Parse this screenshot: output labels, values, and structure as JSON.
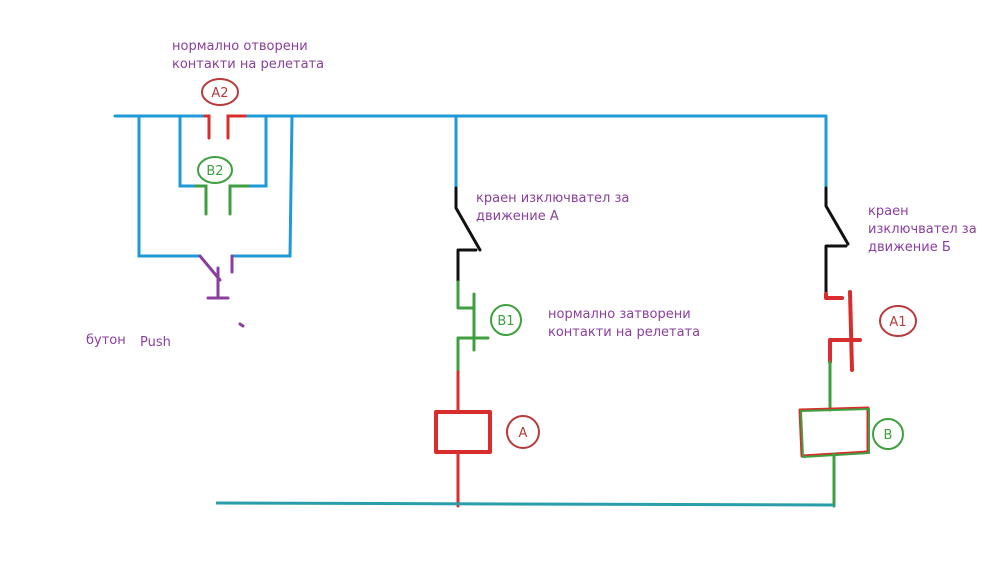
{
  "labels": {
    "no_contacts_line1": "нормално отворени",
    "no_contacts_line2": "контакти  на релетата",
    "limit_a_line1": "краен изключвател за",
    "limit_a_line2": "движение А",
    "limit_b_line1": "краен",
    "limit_b_line2": "изключвател за",
    "limit_b_line3": "движение Б",
    "nc_contacts_line1": "нормално затворени",
    "nc_contacts_line2": "контакти на релетата",
    "button_word": "бутон",
    "push_word": "Push"
  },
  "tags": {
    "a2": "A2",
    "b2": "B2",
    "b1": "B1",
    "a1": "A1",
    "coil_a": "A",
    "coil_b": "B"
  },
  "colors": {
    "blue": "#1e9ad6",
    "red": "#d92c2c",
    "green": "#3f9e3f",
    "black": "#111111",
    "purple": "#8a3f9e",
    "circle_red": "#b83a3a",
    "circle_green": "#3fa03f",
    "teal": "#2a9dab"
  }
}
